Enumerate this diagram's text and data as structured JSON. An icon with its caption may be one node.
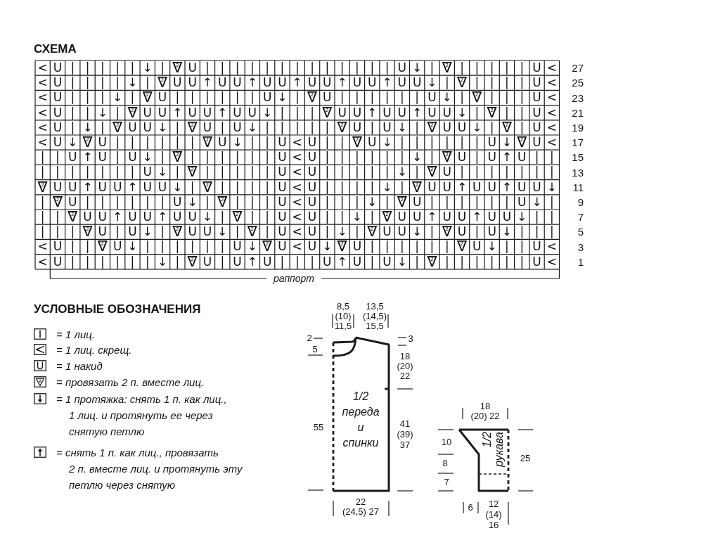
{
  "diagram": {
    "title": "СХЕМА",
    "nodes": [
      {
        "text": [
          "1/2 переда и спинки"
        ]
      },
      {
        "text": [
          "1/2 рукава"
        ]
      }
    ],
    "labels": [
      "<",
      "U",
      "|",
      "|",
      "|",
      "|",
      "|",
      "↓",
      "|",
      "∇$^{2}$",
      "U",
      "|",
      "|",
      "|",
      "|",
      "|",
      "|",
      "|",
      "|",
      "|",
      "|",
      "|",
      "|",
      "|",
      "U",
      "↓",
      "|",
      "∇$^{2}$",
      "|",
      "|",
      "|",
      "|",
      "|",
      "U",
      "<",
      "27",
      "<",
      "U",
      "|",
      "|",
      "|",
      "|",
      "↓",
      "|",
      "∇$^{2}$",
      "U",
      "U",
      "↑",
      "U",
      "U",
      "↑",
      "U",
      "U",
      "↑",
      "U",
      "U",
      "↑",
      "U",
      "U",
      "↑",
      "U",
      "U",
      "↓",
      "|",
      "∇$^{2}$",
      "|",
      "|",
      "|",
      "|",
      "U",
      "<",
      "25",
      "<",
      "U",
      "|",
      "|",
      "|",
      "↓",
      "|",
      "∇$^{2}$",
      "U",
      "|",
      "|",
      "|",
      "|",
      "|",
      "|",
      "U",
      "↓",
      "|",
      "∇$^{2}$",
      "U",
      "|",
      "|",
      "|",
      "|",
      "|",
      "|",
      "U",
      "↓",
      "|",
      "∇$^{2}$",
      "|",
      "|",
      "|",
      "U",
      "<",
      "23",
      "<",
      "U",
      "|",
      "|",
      "↓",
      "|",
      "∇$^{2}$",
      "U",
      "U",
      "↑",
      "U",
      "U",
      "↑",
      "U",
      "U",
      "↓",
      "|",
      "|",
      "|",
      "∇$^{2}$",
      "U",
      "U",
      "↑",
      "U",
      "U",
      "↑",
      "U",
      "U",
      "↓",
      "|",
      "∇$^{2}$",
      "|",
      "|",
      "U",
      "<",
      "21",
      "<",
      "U",
      "|",
      "↓",
      "|",
      "∇$^{2}$",
      "U",
      "U",
      "↓",
      "|",
      "∇$^{2}$",
      "U",
      "|",
      "U",
      "↓",
      "|",
      "|",
      "|",
      "|",
      "|",
      "∇$^{2}$",
      "U",
      "|",
      "U",
      "↓",
      "|",
      "∇$^{2}$",
      "U",
      "U",
      "↓",
      "|",
      "∇$^{2}$",
      "|",
      "U",
      "<",
      "19",
      "<",
      "U",
      "↓",
      "∇$^{2}$",
      "U",
      "|",
      "|",
      "|",
      "|",
      "|",
      "|",
      "∇$^{2}$",
      "U",
      "↓",
      "|",
      "|",
      "U",
      "<",
      "U",
      "|",
      "|",
      "∇$^{2}$",
      "U",
      "↓",
      "|",
      "|",
      "|",
      "|",
      "|",
      "|",
      "U",
      "↓",
      "∇$^{2}$",
      "U",
      "<",
      "17",
      "|",
      "|",
      "U",
      "↑",
      "U",
      "|",
      "U",
      "↓",
      "|",
      "∇$^{2}$",
      "|",
      "|",
      "|",
      "|",
      "|",
      "|",
      "U",
      "<",
      "U",
      "|",
      "|",
      "|",
      "|",
      "|",
      "|",
      "↓",
      "|",
      "∇$^{2}$",
      "U",
      "|",
      "U",
      "↑",
      "U",
      "|",
      "|",
      "15",
      "|",
      "|",
      "|",
      "|",
      "|",
      "|",
      "|",
      "U",
      "↓",
      "|",
      "∇$^{2}$",
      "|",
      "|",
      "|",
      "|",
      "|",
      "U",
      "<",
      "U",
      "|",
      "|",
      "|",
      "|",
      "|",
      "↓",
      "|",
      "∇$^{2}$",
      "U",
      "|",
      "|",
      "|",
      "|",
      "|",
      "|",
      "|",
      "13",
      "∇$^{2}$",
      "U",
      "U",
      "↑",
      "U",
      "U",
      "↑",
      "U",
      "U",
      "↓",
      "|",
      "∇$^{2}$",
      "|",
      "|",
      "|",
      "|",
      "U",
      "<",
      "U",
      "|",
      "|",
      "|",
      "|",
      "↓",
      "|",
      "∇$^{2}$",
      "U",
      "U",
      "↑",
      "U",
      "U",
      "↑",
      "U",
      "U",
      "↓",
      "11",
      "|",
      "∇$^{2}$",
      "U",
      "|",
      "|",
      "|",
      "|",
      "|",
      "|",
      "U",
      "↓",
      "|",
      "∇$^{2}$",
      "|",
      "|",
      "|",
      "U",
      "<",
      "U",
      "|",
      "|",
      "|",
      "↓",
      "|",
      "∇$^{2}$",
      "U",
      "|",
      "|",
      "|",
      "|",
      "|",
      "|",
      "U",
      "↓",
      "|",
      "9",
      "|",
      "|",
      "∇$^{2}$",
      "U",
      "U",
      "↑",
      "U",
      "U",
      "↑",
      "U",
      "U",
      "↓",
      "|",
      "∇$^{2}$",
      "|",
      "|",
      "U",
      "<",
      "U",
      "|",
      "|",
      "↓",
      "|",
      "∇$^{2}$",
      "U",
      "U",
      "↑",
      "U",
      "U",
      "↑",
      "U",
      "U",
      "↓",
      "|",
      "|",
      "7",
      "|",
      "|",
      "|",
      "∇$^{2}$",
      "U",
      "|",
      "U",
      "↓",
      "|",
      "∇$^{2}$",
      "U",
      "U",
      "↓",
      "|",
      "∇$^{2}$",
      "|",
      "U",
      "<",
      "U",
      "|",
      "↓",
      "|",
      "∇$^{2}$",
      "U",
      "U",
      "↓",
      "|",
      "∇$^{2}$",
      "U",
      "|",
      "U",
      "↓",
      "|",
      "|",
      "|",
      "5",
      "<",
      "U",
      "|",
      "|",
      "∇$^{2}$",
      "U",
      "↓",
      "|",
      "|",
      "|",
      "|",
      "|",
      "|",
      "U",
      "↓",
      "∇$^{2}$",
      "U",
      "<",
      "U",
      "↓",
      "∇$^{2}$",
      "U",
      "|",
      "|",
      "|",
      "|",
      "|",
      "|",
      "∇$^{2}$",
      "U",
      "↓",
      "|",
      "|",
      "U",
      "<",
      "3",
      "<",
      "U",
      "|",
      "|",
      "|",
      "|",
      "|",
      "|",
      "↓",
      "|",
      "∇$^{2}$",
      "U",
      "|",
      "U",
      "↑",
      "U",
      "|",
      "|",
      "|",
      "U",
      "↑",
      "U",
      "|",
      "U",
      "↓",
      "|",
      "∇$^{2}$",
      "|",
      "|",
      "|",
      "|",
      "|",
      "|",
      "U",
      "<",
      "1",
      "раппорт",
      "УСЛОВНЫЕ ОБОЗНАЧЕНИЯ",
      "8,5 (10) 11,5",
      "13,5 (14,5) 15,5",
      "2",
      "3",
      "5",
      "18 (20) 22",
      "55",
      "41 (39) 37",
      "22 (24,5) 27",
      "18 (20) 22",
      "10",
      "8",
      "7",
      "25",
      "6",
      "12 (14) 16"
    ],
    "legend": [
      {
        "text": "= 1 лиц."
      },
      {
        "text": "= 1 лиц. скрещ."
      },
      {
        "text": "= 1 накид"
      },
      {
        "text": "= провязать 2 п. вместе лиц."
      },
      {
        "text": "= 1 протяжка: снять 1 п. как лиц., 1 лиц. и протянуть ее через снятую петлю"
      },
      {
        "text": "= снять 1 п. как лиц., провязать 2 п. вместе лиц. и протянуть эту петлю через снятую"
      }
    ]
  }
}
